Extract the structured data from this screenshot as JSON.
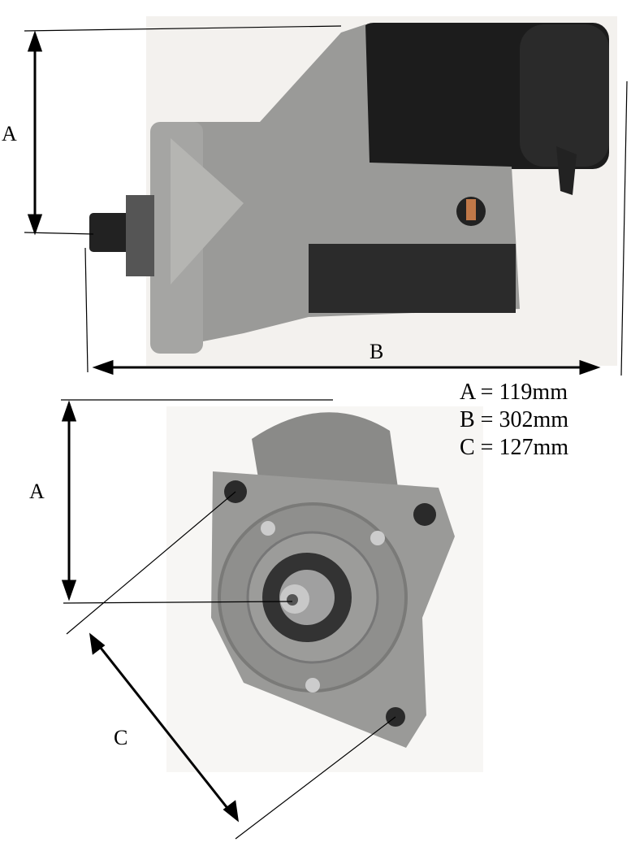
{
  "labels": {
    "a_top": "A",
    "b": "B",
    "a_bottom": "A",
    "c": "C"
  },
  "dimensions": [
    {
      "text": "A = 119mm"
    },
    {
      "text": "B = 302mm"
    },
    {
      "text": "C = 127mm"
    }
  ],
  "colors": {
    "housing": "#9a9a98",
    "motor": "#1c1c1c",
    "copper": "#c07848"
  }
}
